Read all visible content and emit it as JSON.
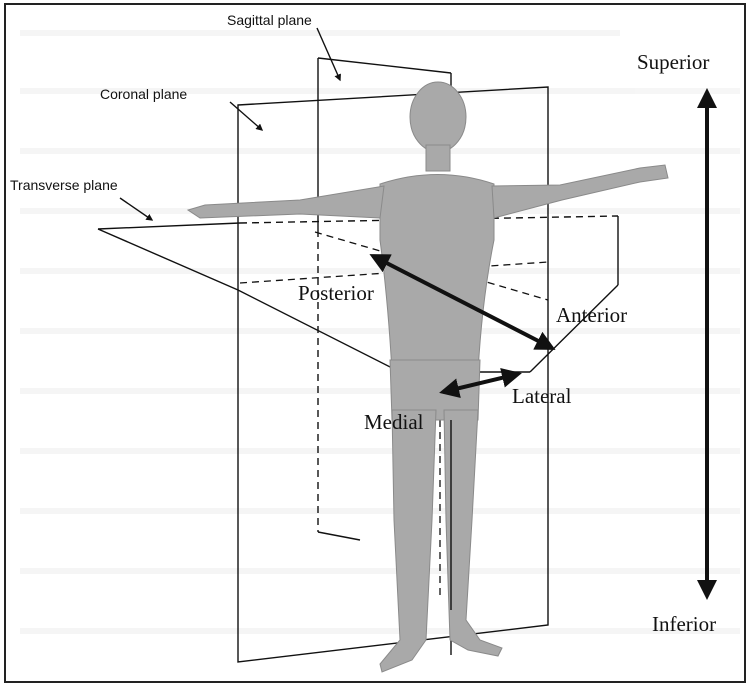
{
  "figure": {
    "planes": {
      "sagittal": "Sagittal plane",
      "coronal": "Coronal plane",
      "transverse": "Transverse plane"
    },
    "directions": {
      "superior": "Superior",
      "inferior": "Inferior",
      "anterior": "Anterior",
      "posterior": "Posterior",
      "medial": "Medial",
      "lateral": "Lateral"
    }
  },
  "colors": {
    "body": "#a9a9a9",
    "lines": "#111111"
  }
}
